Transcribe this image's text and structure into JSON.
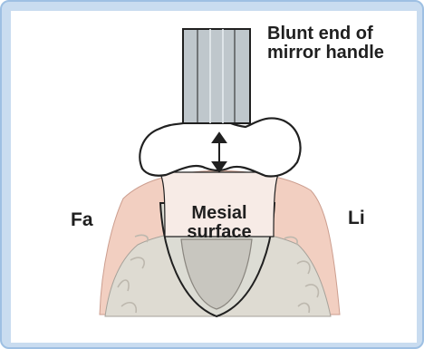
{
  "labels": {
    "top": "Blunt end of\nmirror handle",
    "facial": "Fa",
    "lingual": "Li",
    "mesial": "Mesial\nsurface"
  },
  "colors": {
    "frame_border": "#9ec0e3",
    "frame_fill": "#c9dcf0",
    "background": "#ffffff",
    "gingiva": "#f2cfc1",
    "gingiva_light": "#f7e2da",
    "enamel": "#f7ebe6",
    "bone": "#dedbd2",
    "root_canal": "#c8c6bf",
    "instrument": "#bfc7cc",
    "outline": "#202020"
  }
}
